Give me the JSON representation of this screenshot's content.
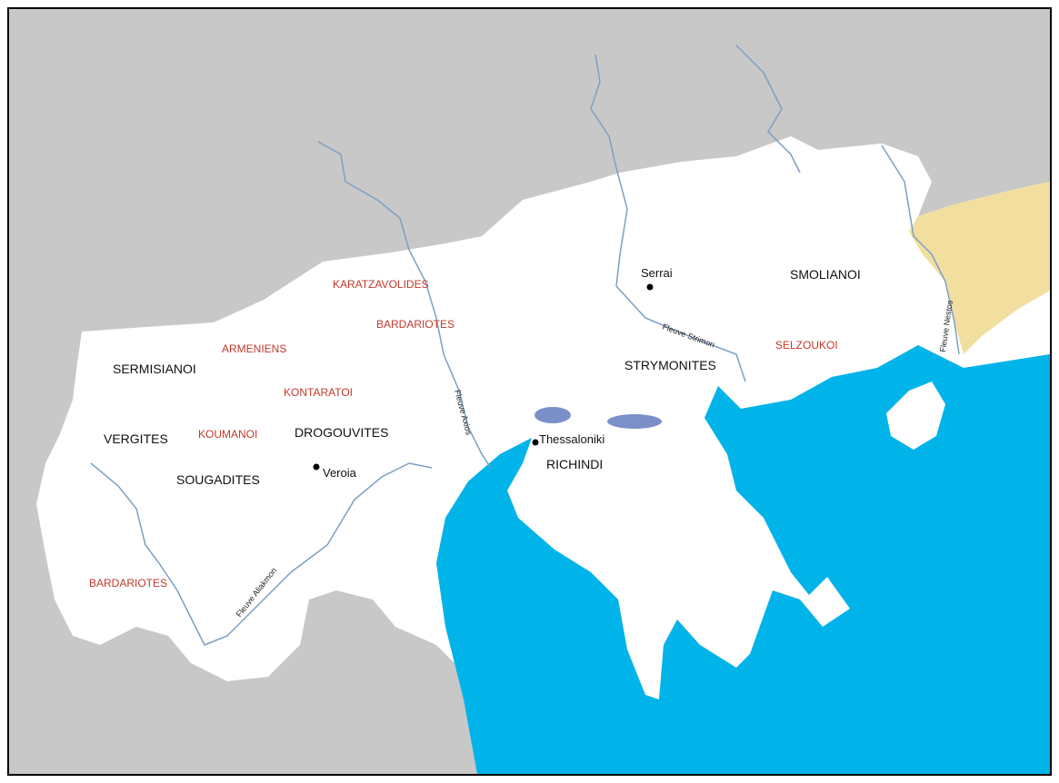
{
  "colors": {
    "land_foreign": "#c8c8c8",
    "land_region": "#ffffff",
    "sea": "#00b4ea",
    "lake": "#7b8fc9",
    "river": "#7d9fc4",
    "east_region": "#f2dfa0",
    "region_red": "#c0392b",
    "region_black": "#111111"
  },
  "regions_black": {
    "sermisianoi": "SERMISIANOI",
    "vergites": "VERGITES",
    "sougadites": "SOUGADITES",
    "drogouvites": "DROGOUVITES",
    "strymonites": "STRYMONITES",
    "smolianoi": "SMOLIANOI",
    "richindi": "RICHINDI"
  },
  "regions_red": {
    "armeniens": "ARMENIENS",
    "kontaratoi": "KONTARATOI",
    "koumanoi": "KOUMANOI",
    "karatzavolides": "KARATZAVOLIDES",
    "bardariotes_north": "BARDARIOTES",
    "bardariotes_south": "BARDARIOTES",
    "selzoukoi": "SELZOUKOI"
  },
  "cities": {
    "serrai": "Serrai",
    "veroia": "Veroia",
    "thessaloniki": "Thessaloniki"
  },
  "rivers": {
    "axios": "Fleuve Axios",
    "strimon": "Fleuve Strimon",
    "nestos": "Fleuve Nestos",
    "aliakmon": "Fleuve Aliakmon"
  }
}
